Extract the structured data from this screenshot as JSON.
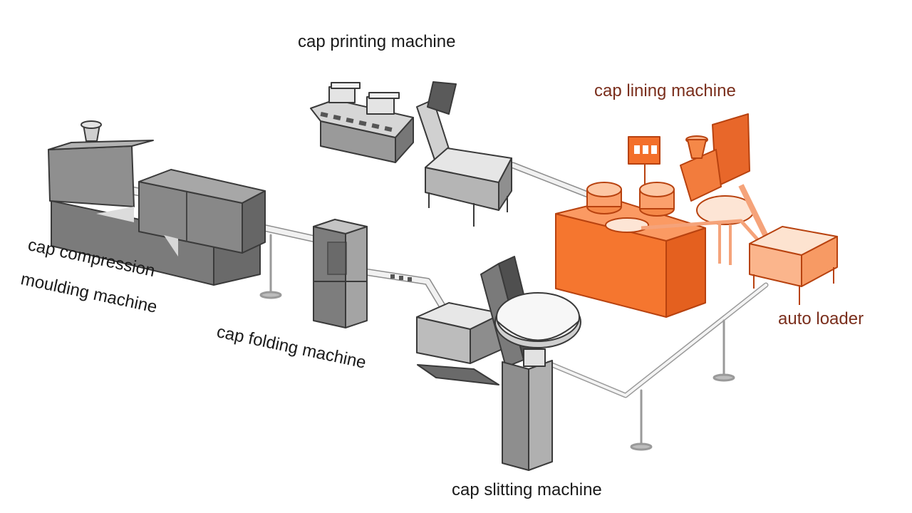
{
  "labels": {
    "cap_printing_machine": "cap printing machine",
    "cap_lining_machine": "cap lining machine",
    "auto_loader": "auto loader",
    "cap_compression_line1": "cap compression",
    "cap_compression_line2": "moulding machine",
    "cap_folding_machine": "cap folding machine",
    "cap_slitting_machine": "cap slitting machine"
  },
  "colors": {
    "background": "#ffffff",
    "machine_gray_light": "#9a9a9a",
    "machine_gray_mid": "#7c7c7c",
    "machine_gray_dark": "#5e5e5e",
    "machine_orange_light": "#fb9a63",
    "machine_orange": "#f5762f",
    "machine_orange_dark": "#d9561a",
    "conveyor": "#efefef",
    "label_text": "#1a1a1a",
    "lining_label_text": "#7a2e1c"
  }
}
